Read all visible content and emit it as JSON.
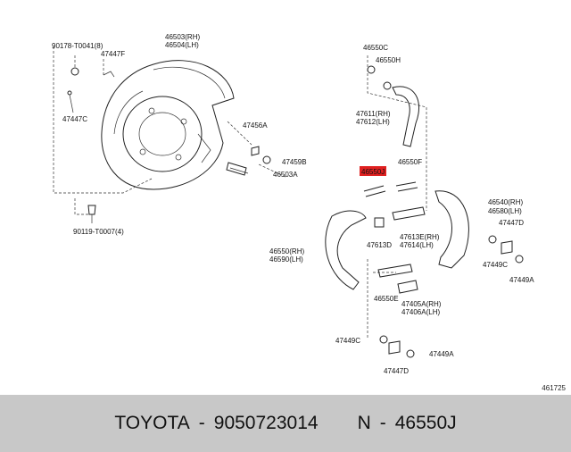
{
  "labels": {
    "l_46503": "46503(RH)",
    "l_46504": "46504(LH)",
    "l_90178": "90178-T0041(8)",
    "l_47447F": "47447F",
    "l_47447C": "47447C",
    "l_47456A": "47456A",
    "l_47459B": "47459B",
    "l_46503A": "46503A",
    "l_90119": "90119-T0007(4)",
    "l_46550C": "46550C",
    "l_46550H": "46550H",
    "l_47611": "47611(RH)",
    "l_47612": "47612(LH)",
    "l_46550J": "46550J",
    "l_46550F": "46550F",
    "l_46540": "46540(RH)",
    "l_46580": "46580(LH)",
    "l_47447D_r": "47447D",
    "l_47613E": "47613E(RH)",
    "l_47614": "47614(LH)",
    "l_47613D": "47613D",
    "l_46550": "46550(RH)",
    "l_46590": "46590(LH)",
    "l_47449C_r": "47449C",
    "l_47449A_r": "47449A",
    "l_46550E": "46550E",
    "l_47405A": "47405A(RH)",
    "l_47406A": "47406A(LH)",
    "l_47449C_b": "47449C",
    "l_47449A_b": "47449A",
    "l_47447D_b": "47447D"
  },
  "ref_code": "461725",
  "highlight_color": "#e02020",
  "footer": {
    "brand": "TOYOTA",
    "sep1": "-",
    "part_number": "9050723014",
    "n_label": "N",
    "sep2": "-",
    "ref_number": "46550J"
  }
}
